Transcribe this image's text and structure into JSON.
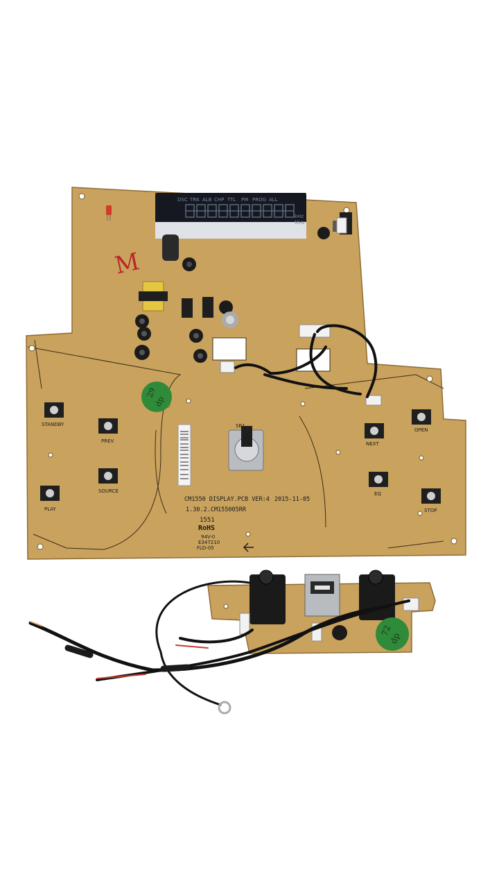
{
  "main_board": {
    "pcb_label": "CM1550 DISPLAY.PCB VER:4",
    "date": "2015-11-05",
    "part_number": "1.30.2.CM155005RR",
    "cert_number": "1551",
    "rohs": "RoHS",
    "ul_rating": "94V-0",
    "ul_file": "E347210",
    "ul_code": "FLD-05",
    "handwritten_mark": "M",
    "encoder_ref": "SB1",
    "buttons": {
      "standby": "STANDBY",
      "prev": "PREV",
      "source": "SOURCE",
      "play": "PLAY",
      "next": "NEXT",
      "open": "OPEN",
      "eq": "EQ",
      "stop": "STOP"
    },
    "vfd": {
      "indicators": [
        "DSC",
        "TRK",
        "ALB",
        "CHP",
        "TTL",
        "PM",
        "PROG",
        "ALL"
      ],
      "units": [
        "kHz",
        "MHz"
      ]
    },
    "sticker": {
      "line1": "29",
      "line2": "dp"
    }
  },
  "jack_board": {
    "sticker": {
      "line1": "72",
      "line2": "dp"
    }
  },
  "colors": {
    "pcb": "#c9a25e",
    "pcb_dark": "#b38a48",
    "sticker": "#2f8a3a",
    "vfd": "#151820"
  }
}
